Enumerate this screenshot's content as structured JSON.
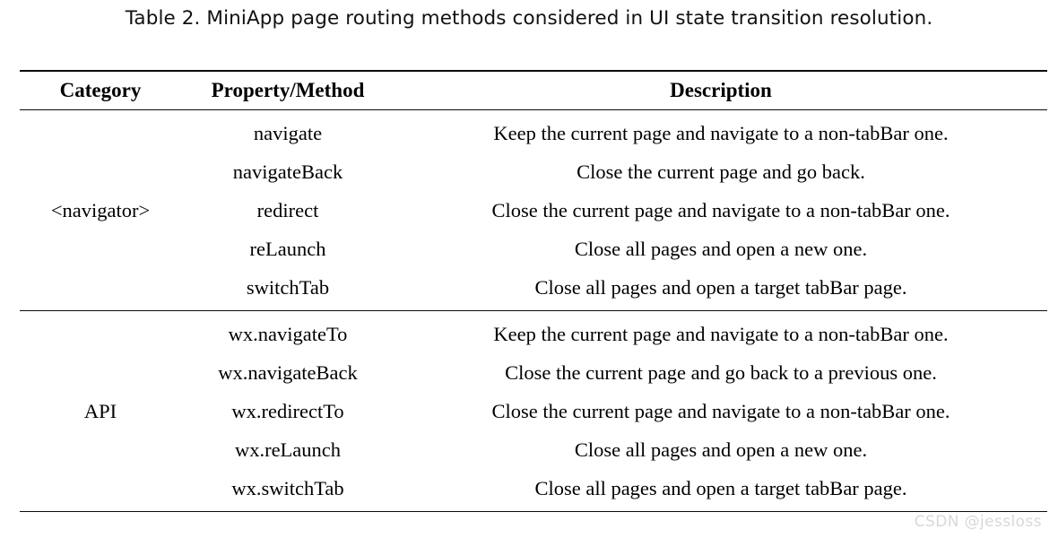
{
  "caption": "Table 2.  MiniApp page routing methods considered in UI state transition resolution.",
  "table": {
    "headers": {
      "category": "Category",
      "property": "Property/Method",
      "description": "Description"
    },
    "groups": [
      {
        "category": "<navigator>",
        "rows": [
          {
            "property": "navigate",
            "description": "Keep the current page and navigate to a non-tabBar one."
          },
          {
            "property": "navigateBack",
            "description": "Close the current page and go back."
          },
          {
            "property": "redirect",
            "description": "Close the current page and navigate to a non-tabBar one."
          },
          {
            "property": "reLaunch",
            "description": "Close all pages and open a new one."
          },
          {
            "property": "switchTab",
            "description": "Close all pages and open a target tabBar page."
          }
        ]
      },
      {
        "category": "API",
        "rows": [
          {
            "property": "wx.navigateTo",
            "description": "Keep the current page and navigate to a non-tabBar one."
          },
          {
            "property": "wx.navigateBack",
            "description": "Close the current page and go back to a previous one."
          },
          {
            "property": "wx.redirectTo",
            "description": "Close the current page and navigate to a non-tabBar one."
          },
          {
            "property": "wx.reLaunch",
            "description": "Close all pages and open a new one."
          },
          {
            "property": "wx.switchTab",
            "description": "Close all pages and open a target tabBar page."
          }
        ]
      }
    ]
  },
  "watermark": "CSDN @jessloss"
}
